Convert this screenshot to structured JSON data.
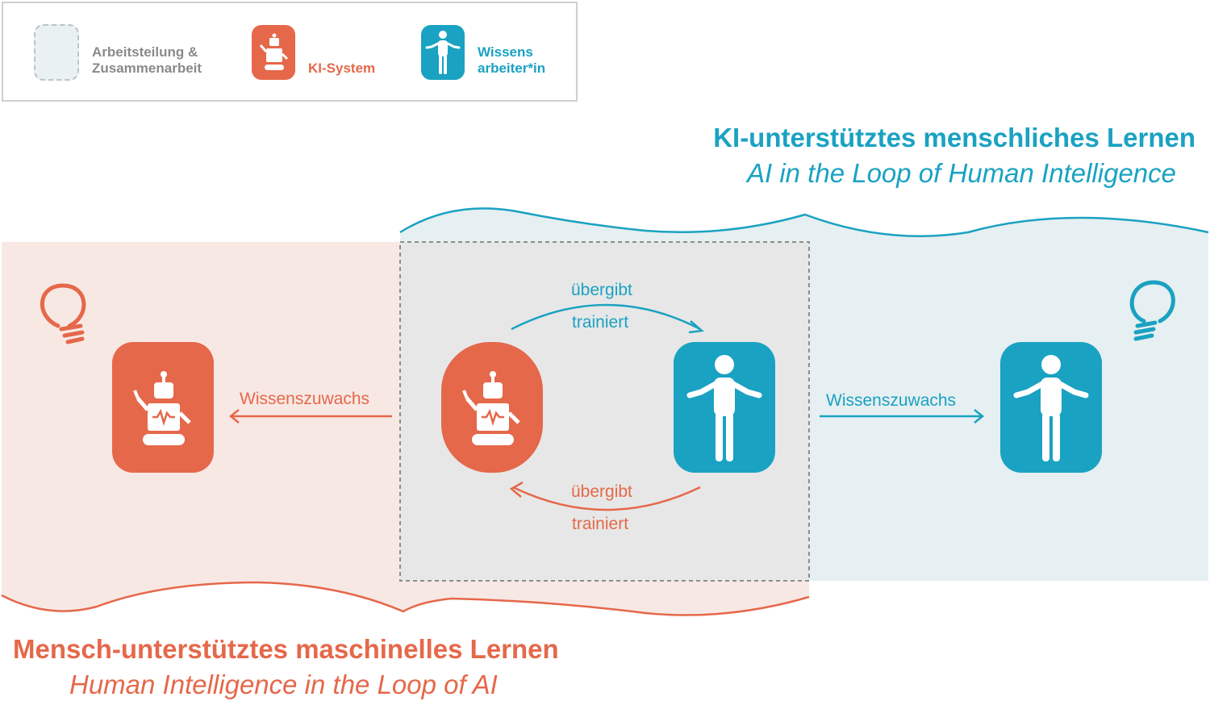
{
  "legend": {
    "collaboration_line1": "Arbeitsteilung &",
    "collaboration_line2": "Zusammenarbeit",
    "ai_system": "KI-System",
    "worker_line1": "Wissens",
    "worker_line2": "arbeiter*in"
  },
  "titles": {
    "top_main": "KI-unterstütztes menschliches Lernen",
    "top_sub": "AI in the Loop of Human Intelligence",
    "bottom_main": "Mensch-unterstütztes maschinelles Lernen",
    "bottom_sub": "Human Intelligence in the Loop of AI"
  },
  "labels": {
    "top_arrow_1": "übergibt",
    "top_arrow_2": "trainiert",
    "bottom_arrow_1": "übergibt",
    "bottom_arrow_2": "trainiert",
    "left_gain": "Wissenszuwachs",
    "right_gain": "Wissenszuwachs"
  },
  "colors": {
    "ai": "#e5684a",
    "human": "#1aa2c2",
    "ai_bg": "#f8e8e4",
    "human_bg": "#e6eff1",
    "shared_bg": "#e7e7e7"
  },
  "icons": [
    "lightbulb-icon",
    "robot-icon",
    "person-icon"
  ]
}
